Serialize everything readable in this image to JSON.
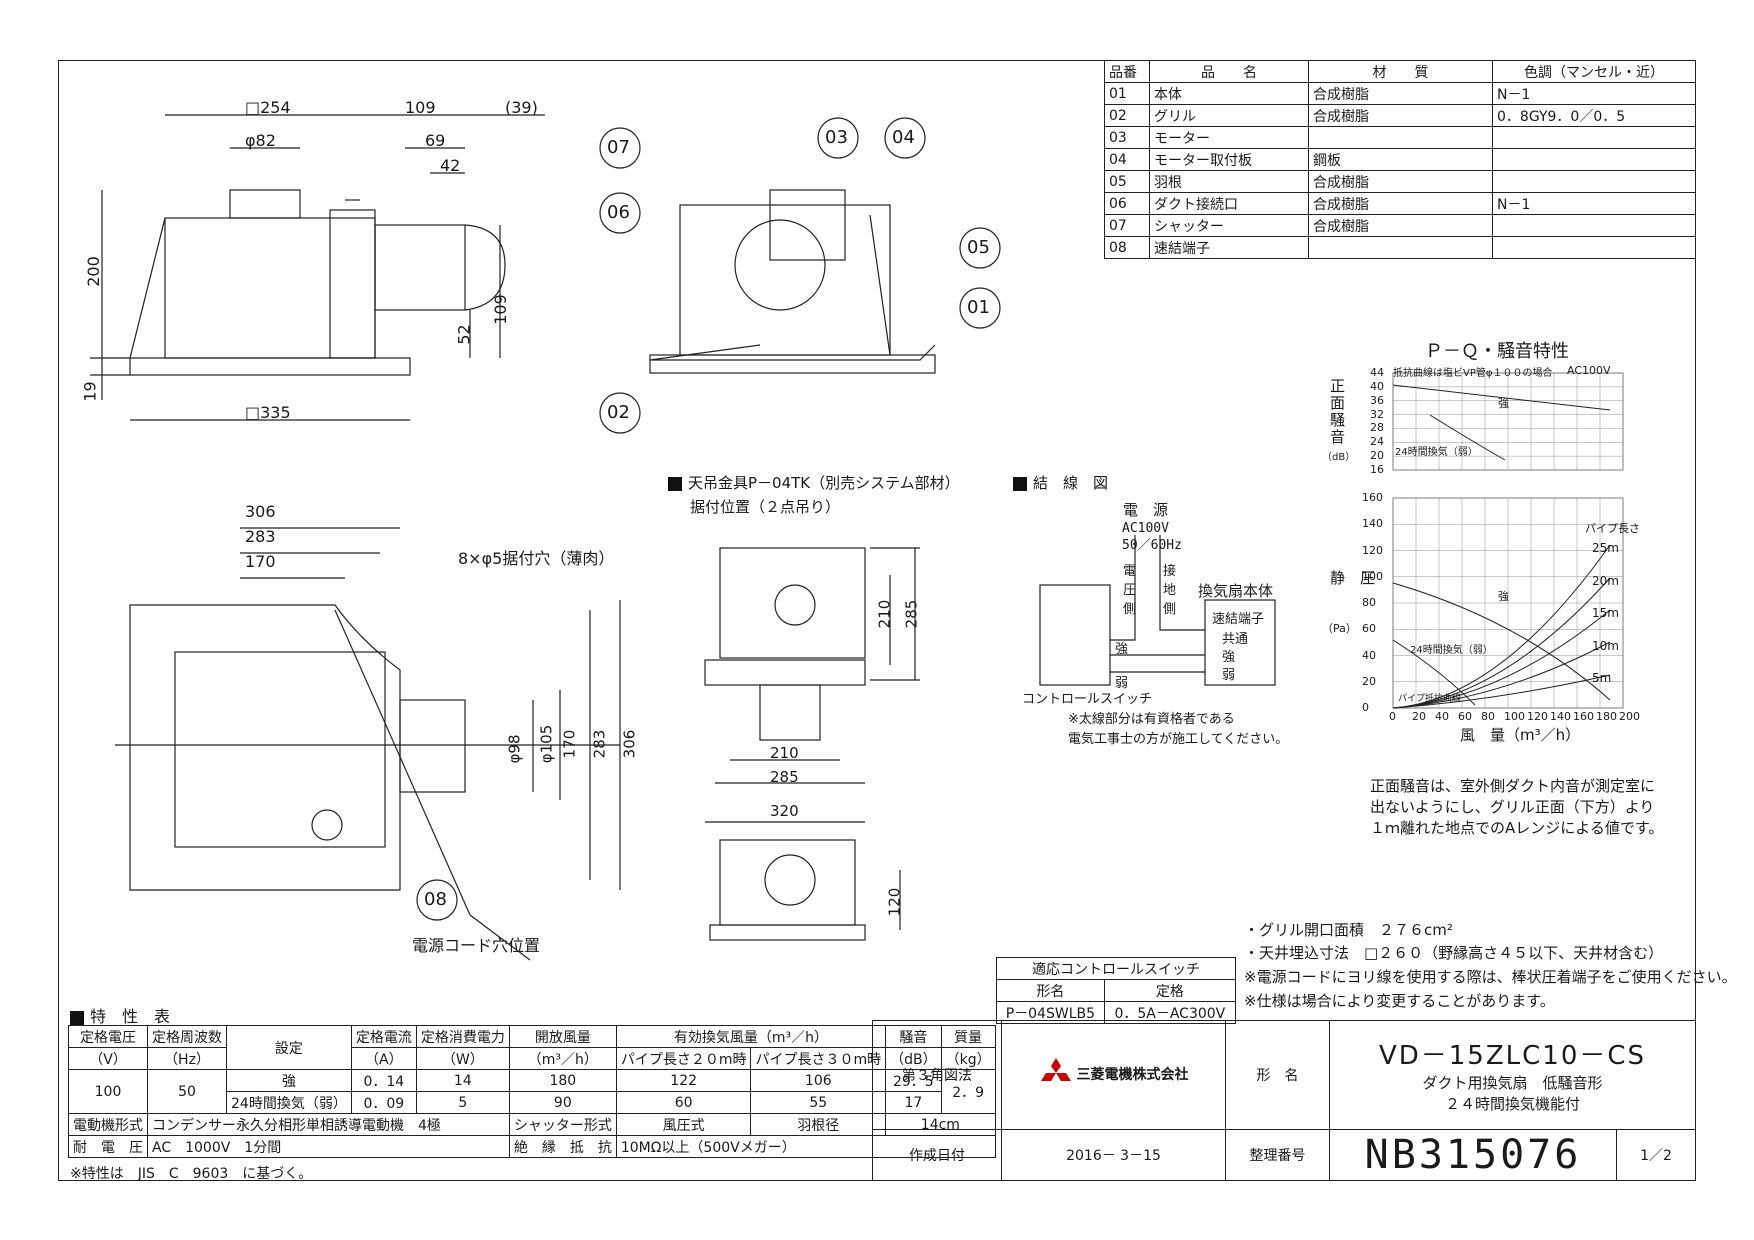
{
  "parts_table": {
    "headers": [
      "品番",
      "品　　名",
      "材　　質",
      "色調（マンセル・近）"
    ],
    "rows": [
      [
        "01",
        "本体",
        "合成樹脂",
        "N－1"
      ],
      [
        "02",
        "グリル",
        "合成樹脂",
        "0．8GY9．0／0．5"
      ],
      [
        "03",
        "モーター",
        "",
        ""
      ],
      [
        "04",
        "モーター取付板",
        "鋼板",
        ""
      ],
      [
        "05",
        "羽根",
        "合成樹脂",
        ""
      ],
      [
        "06",
        "ダクト接続口",
        "合成樹脂",
        "N－1"
      ],
      [
        "07",
        "シャッター",
        "合成樹脂",
        ""
      ],
      [
        "08",
        "速結端子",
        "",
        ""
      ]
    ]
  },
  "drawing_dims": {
    "top": [
      "□254",
      "109",
      "(39)",
      "φ82",
      "69",
      "42"
    ],
    "side": [
      "200",
      "109",
      "52",
      "19",
      "□335"
    ],
    "plan": [
      "306",
      "283",
      "170",
      "8×φ5据付穴（薄肉）",
      "φ98",
      "φ105",
      "170",
      "283",
      "306"
    ],
    "cord": "電源コード穴位置",
    "hanger_title": "天吊金具P－04TK（別売システム部材）",
    "hanger_sub": "据付位置（２点吊り）",
    "hanger_dims": [
      "210",
      "285",
      "210",
      "285",
      "320",
      "120"
    ],
    "balloons": [
      "07",
      "03",
      "04",
      "06",
      "05",
      "01",
      "02",
      "08"
    ]
  },
  "wiring": {
    "title": "結　線　図",
    "power": "電　源",
    "ac": "AC100V",
    "hz": "50／60Hz",
    "side_pressure": "電圧側",
    "side_ground": "接地側",
    "unit": "換気扇本体",
    "terminal": "速結端子",
    "terms": [
      "共通",
      "強",
      "弱"
    ],
    "sw_strong": "強",
    "sw_weak": "弱",
    "control": "コントロールスイッチ",
    "note1": "※太線部分は有資格者である",
    "note2": "電気工事士の方が施工してください。"
  },
  "pq_chart": {
    "title": "Ｐ－Ｑ・騒音特性",
    "noise_note": "抵抗曲線は塩ビVP管φ１００の場合",
    "ac": "AC100V",
    "noise_label": "正面騒音",
    "noise_unit": "（dB）",
    "noise_ticks": [
      "44",
      "40",
      "36",
      "32",
      "28",
      "24",
      "20",
      "16"
    ],
    "pressure_label": "静　圧",
    "pressure_unit": "（Pa）",
    "pressure_ticks": [
      "160",
      "140",
      "120",
      "100",
      "80",
      "60",
      "40",
      "20",
      "0"
    ],
    "x_ticks": [
      "0",
      "20",
      "40",
      "60",
      "80",
      "100",
      "120",
      "140",
      "160",
      "180",
      "200"
    ],
    "x_label": "風　量（m³／h）",
    "strong": "強",
    "h24": "24時間換気（弱）",
    "pipe_label": "パイプ長さ",
    "pipe": [
      "25m",
      "20m",
      "15m",
      "10m",
      "5m"
    ],
    "resistance": "パイプ抵抗曲線",
    "desc": [
      "正面騒音は、室外側ダクト内音が測定室に",
      "出ないようにし、グリル正面（下方）より",
      "１ｍ離れた地点でのAレンジによる値です。"
    ]
  },
  "notes": {
    "grille_area": "・グリル開口面積　２７６cm²",
    "ceiling": "・天井埋込寸法　□２６０（野縁高さ４５以下、天井材含む）",
    "cord": "※電源コードにヨリ線を使用する際は、棒状圧着端子をご使用ください。",
    "spec": "※仕様は場合により変更することがあります。"
  },
  "control_switch": {
    "title": "適応コントロールスイッチ",
    "h1": "形名",
    "h2": "定格",
    "model": "P－04SWLB5",
    "rating": "0．5A－AC300V"
  },
  "spec_table": {
    "title": "特　性　表",
    "headers": [
      "定格電圧",
      "定格周波数",
      "設定",
      "定格電流",
      "定格消費電力",
      "開放風量",
      "有効換気風量（m³／h）",
      "騒音",
      "質量"
    ],
    "units": [
      "（V）",
      "（Hz）",
      "（A）",
      "（W）",
      "（m³／h）",
      "パイプ長さ２０m時",
      "パイプ長さ３０m時",
      "（dB）",
      "（kg）"
    ],
    "voltage": "100",
    "freq": "50",
    "strong": [
      "強",
      "0．14",
      "14",
      "180",
      "122",
      "106",
      "29．5"
    ],
    "weak": [
      "24時間換気（弱）",
      "0．09",
      "5",
      "90",
      "60",
      "55",
      "17"
    ],
    "mass": "2．9",
    "motor_label": "電動機形式",
    "motor": "コンデンサー永久分相形単相誘導電動機　4極",
    "shutter_label": "シャッター形式",
    "shutter": "風圧式",
    "blade_label": "羽根径",
    "blade": "14cm",
    "withstand_label": "耐　電　圧",
    "withstand": "AC　1000V　1分間",
    "insulation_label": "絶　縁　抵　抗",
    "insulation": "10MΩ以上（500Vメガー）",
    "footnote": "※特性は　JIS　C　9603　に基づく。"
  },
  "title_block": {
    "projection": "第３角図法",
    "company": "三菱電機株式会社",
    "model_label": "形　名",
    "model": "VD－15ZLC10－CS",
    "desc1": "ダクト用換気扇　低騒音形",
    "desc2": "２４時間換気機能付",
    "date_label": "作成日付",
    "date": "2016－ 3－15",
    "number_label": "整理番号",
    "number": "NB315076",
    "sheet": "1／2"
  }
}
